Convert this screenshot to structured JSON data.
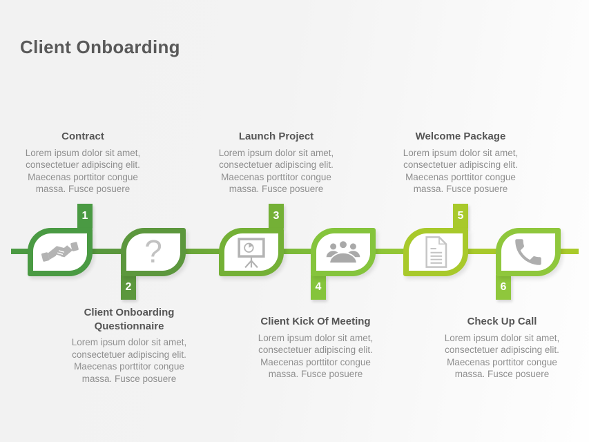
{
  "slide": {
    "title": "Client Onboarding"
  },
  "timeline": {
    "line_gradient": [
      "#4a9a43",
      "#5c973d",
      "#74b036",
      "#85c43c",
      "#a8c92b",
      "#a9ca2a"
    ]
  },
  "steps": [
    {
      "number": "1",
      "title": "Contract",
      "description": "Lorem ipsum dolor sit amet,\nconsectetuer adipiscing elit.\nMaecenas porttitor congue\nmassa. Fusce posuere",
      "icon": "handshake-icon",
      "color": "#4a9a43",
      "label_position": "top"
    },
    {
      "number": "2",
      "title": "Client Onboarding\nQuestionnaire",
      "description": "Lorem ipsum dolor sit amet,\nconsectetuer adipiscing elit.\nMaecenas porttitor congue\nmassa. Fusce posuere",
      "icon": "question-mark-icon",
      "color": "#5c973d",
      "label_position": "bottom"
    },
    {
      "number": "3",
      "title": "Launch Project",
      "description": "Lorem ipsum dolor sit amet,\nconsectetuer adipiscing elit.\nMaecenas porttitor congue\nmassa. Fusce posuere",
      "icon": "presentation-chart-icon",
      "color": "#74b036",
      "label_position": "top"
    },
    {
      "number": "4",
      "title": "Client Kick Of Meeting",
      "description": "Lorem ipsum dolor sit amet,\nconsectetuer adipiscing elit.\nMaecenas porttitor congue\nmassa. Fusce posuere",
      "icon": "meeting-people-icon",
      "color": "#85c43c",
      "label_position": "bottom"
    },
    {
      "number": "5",
      "title": "Welcome Package",
      "description": "Lorem ipsum dolor sit amet,\nconsectetuer adipiscing elit.\nMaecenas porttitor congue\nmassa. Fusce posuere",
      "icon": "document-icon",
      "color": "#a8c92b",
      "label_position": "top"
    },
    {
      "number": "6",
      "title": "Check Up Call",
      "description": "Lorem ipsum dolor sit amet,\nconsectetuer adipiscing elit.\nMaecenas porttitor congue\nmassa. Fusce posuere",
      "icon": "phone-icon",
      "color": "#8fc73c",
      "label_position": "bottom"
    }
  ]
}
